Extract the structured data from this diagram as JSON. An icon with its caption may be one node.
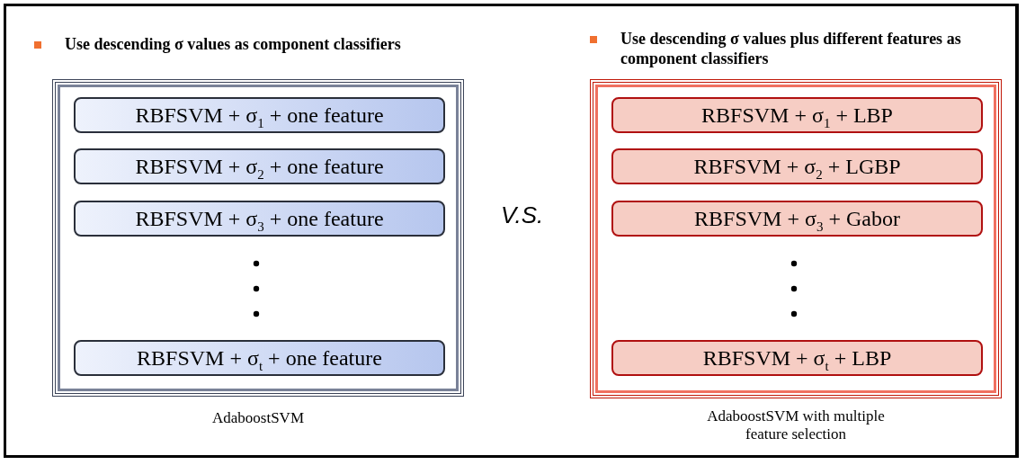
{
  "diagram": {
    "nodes": [
      {
        "text": [
          "AdaboostSVM"
        ]
      },
      {
        "text": [
          "RBFSVM + σ$_{1}$ + one feature"
        ],
        "in": 0
      },
      {
        "text": [
          "RBFSVM + σ$_{2}$ + one feature"
        ],
        "in": 0
      },
      {
        "text": [
          "RBFSVM + σ$_{3}$ + one feature"
        ],
        "in": 0
      },
      {
        "text": [
          "RBFSVM + σ$_{t}$ + one feature"
        ],
        "in": 0
      },
      {
        "text": [
          "AdaboostSVM with multiple feature selection"
        ]
      },
      {
        "text": [
          "RBFSVM + σ$_{1}$ + LBP"
        ],
        "in": 5
      },
      {
        "text": [
          "RBFSVM + σ$_{2}$ + LGBP"
        ],
        "in": 5
      },
      {
        "text": [
          "RBFSVM + σ$_{3}$ + Gabor"
        ],
        "in": 5
      },
      {
        "text": [
          "RBFSVM + σ$_{t}$ + LBP"
        ],
        "in": 5
      }
    ],
    "edges": [],
    "labels": [
      "Use descending σ values as component classifiers",
      "Use descending σ values plus different features as component classifiers",
      "V.S."
    ]
  }
}
